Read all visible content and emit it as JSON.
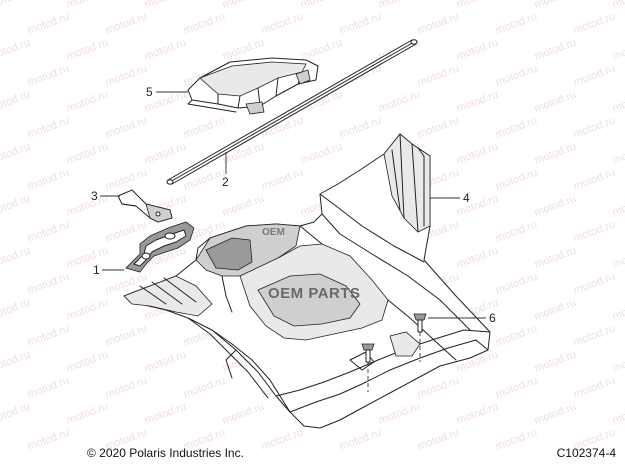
{
  "watermark": {
    "text": "motod.ru"
  },
  "callouts": [
    {
      "number": "1"
    },
    {
      "number": "2"
    },
    {
      "number": "3"
    },
    {
      "number": "4"
    },
    {
      "number": "5"
    },
    {
      "number": "6"
    }
  ],
  "brand_marks": {
    "main": "OEM PARTS",
    "small": "OEM"
  },
  "footer": {
    "copyright": "© 2020 Polaris Industries Inc.",
    "figure_id": "C102374-4"
  }
}
